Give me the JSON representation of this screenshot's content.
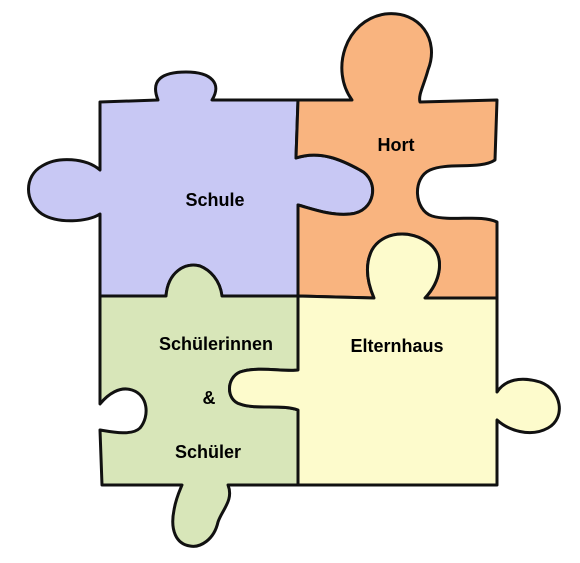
{
  "pieces": [
    {
      "id": "schule",
      "label": "Schule",
      "color": "#c8c8f4"
    },
    {
      "id": "hort",
      "label": "Hort",
      "color": "#f9b47f"
    },
    {
      "id": "schueler",
      "label_lines": [
        "Schülerinnen",
        "&",
        "Schüler"
      ],
      "color": "#d8e6b9"
    },
    {
      "id": "elternhaus",
      "label": "Elternhaus",
      "color": "#fdfbcc"
    }
  ]
}
